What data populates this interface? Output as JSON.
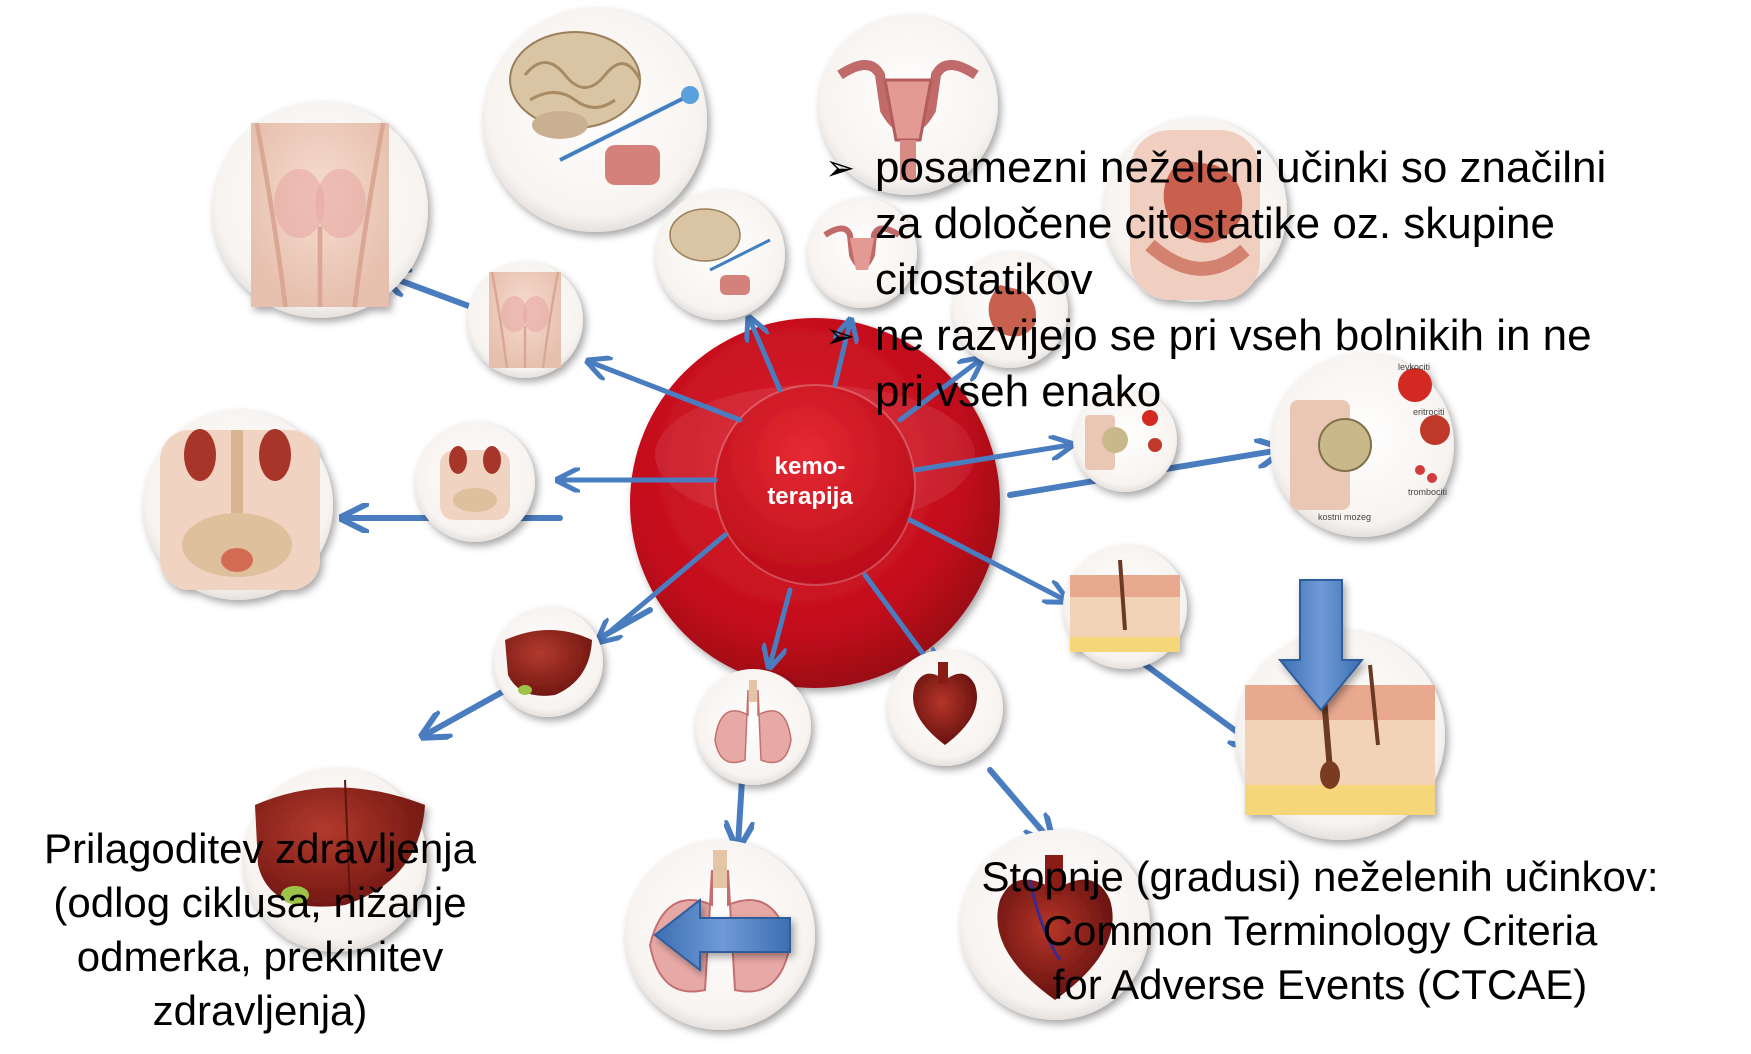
{
  "hub": {
    "label_line1": "kemo-",
    "label_line2": "terapija",
    "outer_color": "#c8102e",
    "inner_color": "#d4141f"
  },
  "arrow_color": "#4a7dc0",
  "organs": [
    {
      "name": "skin-rash",
      "icon": "hips-skin-icon"
    },
    {
      "name": "nervous-system",
      "icon": "brain-nerve-icon"
    },
    {
      "name": "reproductive",
      "icon": "uterus-icon"
    },
    {
      "name": "digestive",
      "icon": "stomach-icon"
    },
    {
      "name": "bone-marrow",
      "icon": "bone-marrow-icon"
    },
    {
      "name": "skin-hair",
      "icon": "skin-layer-icon"
    },
    {
      "name": "heart",
      "icon": "heart-icon"
    },
    {
      "name": "lungs",
      "icon": "lungs-icon"
    },
    {
      "name": "liver",
      "icon": "liver-icon"
    },
    {
      "name": "kidneys",
      "icon": "kidney-icon"
    }
  ],
  "marrow_labels": {
    "leukocytes": "levkociti",
    "erythrocytes": "eritrociti",
    "thrombocytes": "trombociti",
    "marrow": "kostni mozeg"
  },
  "bullets": [
    {
      "line1": "posamezni neželeni učinki so značilni",
      "line2": "za določene citostatike oz. skupine",
      "line3": "citostatikov"
    },
    {
      "line1": "ne razvijejo se pri vseh bolnikih in ne",
      "line2": "pri vseh enako"
    }
  ],
  "bullet_symbol": "➢",
  "left_text": {
    "line1": "Prilagoditev zdravljenja",
    "line2": "(odlog ciklusa, nižanje",
    "line3": "odmerka, prekinitev",
    "line4": "zdravljenja)"
  },
  "right_text": {
    "line1": "Stopnje (gradusi) neželenih učinkov:",
    "line2": "Common Terminology Criteria",
    "line3": "for Adverse Events (CTCAE)"
  }
}
